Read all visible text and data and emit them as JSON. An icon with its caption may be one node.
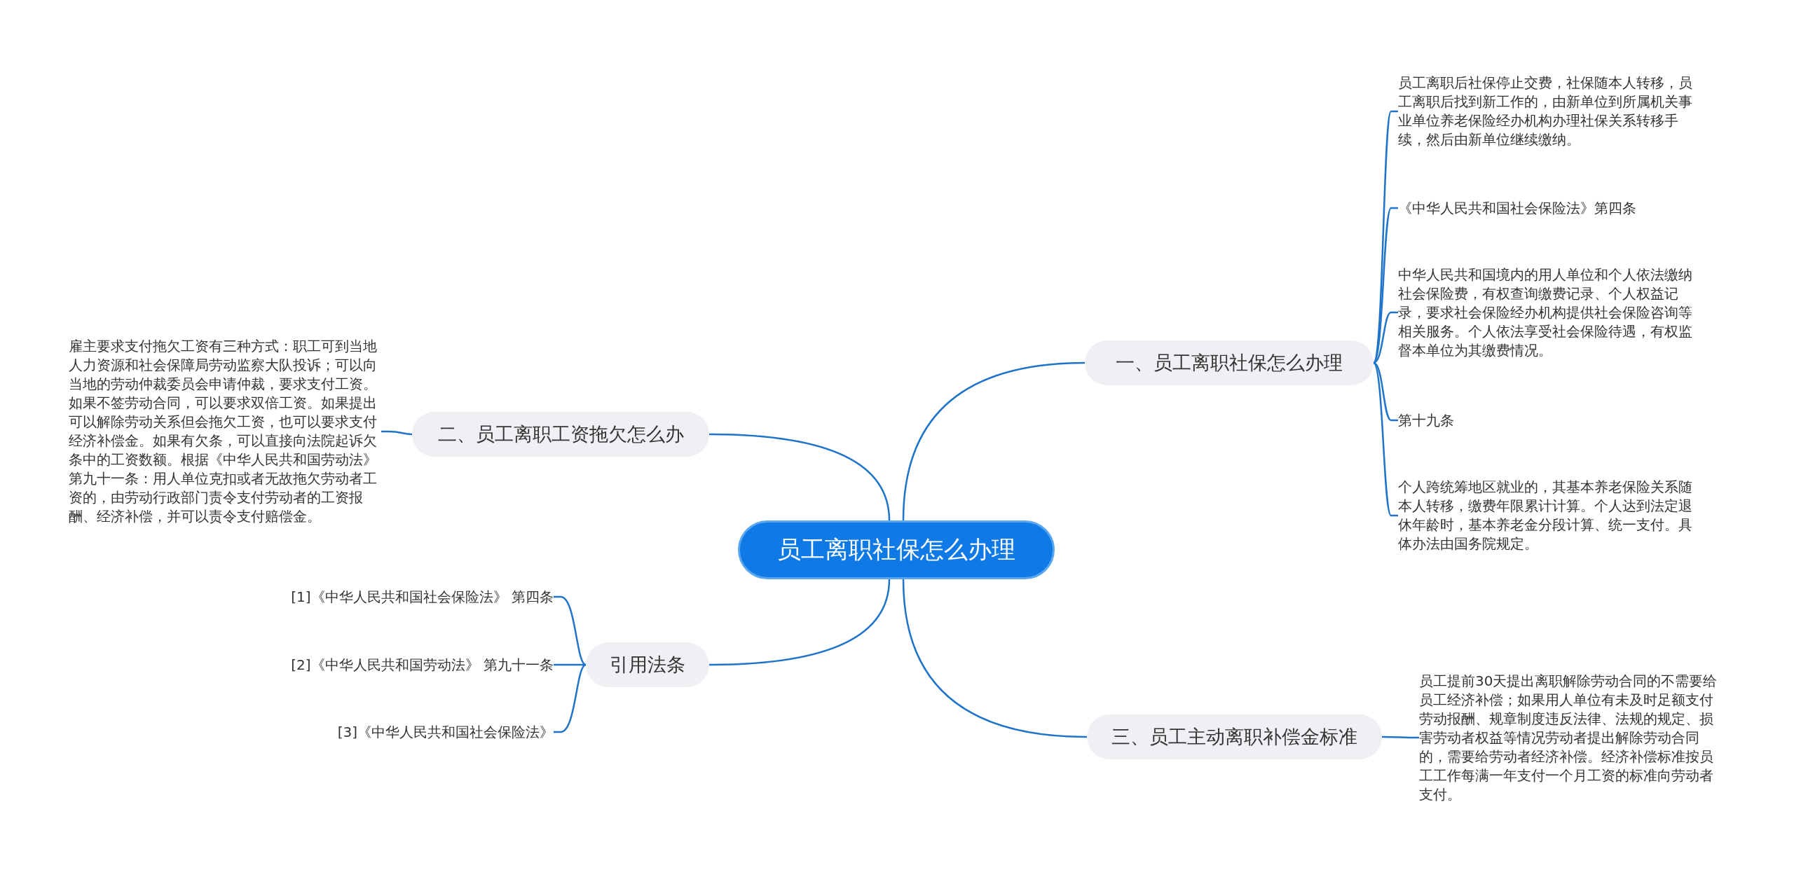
{
  "diagram": {
    "nodes": [
      {
        "text": [
          "员工离职社保怎么办理"
        ]
      },
      {
        "text": [
          "一、员工离职社保怎么办理"
        ]
      },
      {
        "text": [
          "员工离职后社保停止交费，社保随本人转移，员工离职后找到新工作的，由新单位到所属机关事业单位养老保险经办机构办理社保关系转移手续，然后由新单位继续缴纳。"
        ]
      },
      {
        "text": [
          "《中华人民共和国社会保险法》第四条"
        ]
      },
      {
        "text": [
          "中华人民共和国境内的用人单位和个人依法缴纳社会保险费，有权查询缴费记录、个人权益记录，要求社会保险经办机构提供社会保险咨询等相关服务。个人依法享受社会保险待遇，有权监督本单位为其缴费情况。"
        ]
      },
      {
        "text": [
          "第十九条"
        ]
      },
      {
        "text": [
          "个人跨统筹地区就业的，其基本养老保险关系随本人转移，缴费年限累计计算。个人达到法定退休年龄时，基本养老金分段计算、统一支付。具体办法由国务院规定。"
        ]
      },
      {
        "text": [
          "二、员工离职工资拖欠怎么办"
        ]
      },
      {
        "text": [
          "雇主要求支付拖欠工资有三种方式：职工可到当地人力资源和社会保障局劳动监察大队投诉；可以向当地的劳动仲裁委员会申请仲裁，要求支付工资。如果不签劳动合同，可以要求双倍工资。如果提出可以解除劳动关系但会拖欠工资，也可以要求支付经济补偿金。如果有欠条，可以直接向法院起诉欠条中的工资数额。根据《中华人民共和国劳动法》第九十一条：用人单位克扣或者无故拖欠劳动者工资的，由劳动行政部门责令支付劳动者的工资报酬、经济补偿，并可以责令支付赔偿金。"
        ]
      },
      {
        "text": [
          "三、员工主动离职补偿金标准"
        ]
      },
      {
        "text": [
          "员工提前30天提出离职解除劳动合同的不需要给员工经济补偿；如果用人单位有未及时足额支付劳动报酬、规章制度违反法律、法规的规定、损害劳动者权益等情况劳动者提出解除劳动合同的，需要给劳动者经济补偿。经济补偿标准按员工工作每满一年支付一个月工资的标准向劳动者支付。"
        ]
      },
      {
        "text": [
          "引用法条"
        ]
      },
      {
        "text": [
          "[1]《中华人民共和国社会保险法》 第四条"
        ]
      },
      {
        "text": [
          "[2]《中华人民共和国劳动法》 第九十一条"
        ]
      },
      {
        "text": [
          "[3]《中华人民共和国社会保险法》"
        ]
      }
    ],
    "edges": [
      {
        "from": 0,
        "to": 1,
        "arrow": "none"
      },
      {
        "from": 1,
        "to": 2,
        "arrow": "none"
      },
      {
        "from": 1,
        "to": 3,
        "arrow": "none"
      },
      {
        "from": 1,
        "to": 4,
        "arrow": "none"
      },
      {
        "from": 1,
        "to": 5,
        "arrow": "none"
      },
      {
        "from": 1,
        "to": 6,
        "arrow": "none"
      },
      {
        "from": 0,
        "to": 7,
        "arrow": "none"
      },
      {
        "from": 7,
        "to": 8,
        "arrow": "none"
      },
      {
        "from": 0,
        "to": 9,
        "arrow": "none"
      },
      {
        "from": 9,
        "to": 10,
        "arrow": "none"
      },
      {
        "from": 0,
        "to": 11,
        "arrow": "none"
      },
      {
        "from": 11,
        "to": 12,
        "arrow": "none"
      },
      {
        "from": 11,
        "to": 13,
        "arrow": "none"
      },
      {
        "from": 11,
        "to": 14,
        "arrow": "none"
      }
    ]
  }
}
